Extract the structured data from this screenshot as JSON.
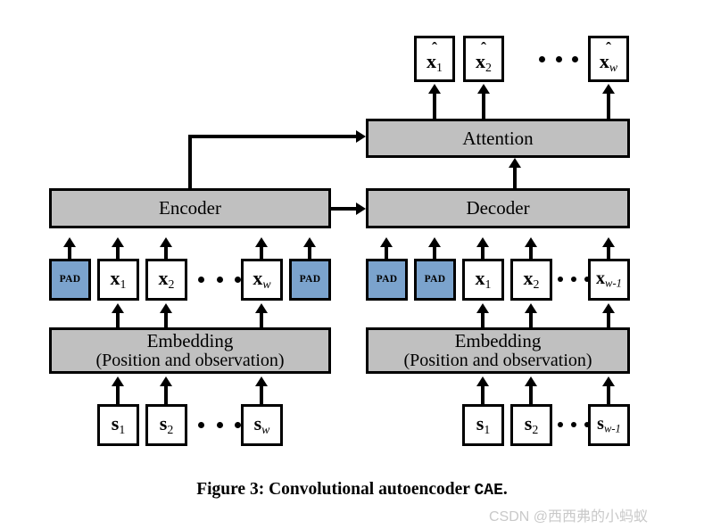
{
  "figure": {
    "caption_prefix": "Figure 3: Convolutional autoencoder ",
    "caption_mono": "CAE",
    "caption_suffix": ".",
    "watermark": "CSDN @西西弗的小蚂蚁"
  },
  "colors": {
    "block_fill": "#C0C0C0",
    "pad_fill": "#7BA3CD",
    "token_fill": "#FFFFFF",
    "stroke": "#000000",
    "watermark": "#C9C9C9"
  },
  "blocks": {
    "attention": {
      "label": "Attention"
    },
    "encoder": {
      "label": "Encoder"
    },
    "decoder": {
      "label": "Decoder"
    },
    "embedding_left": {
      "line1": "Embedding",
      "line2": "(Position and observation)"
    },
    "embedding_right": {
      "line1": "Embedding",
      "line2": "(Position and observation)"
    }
  },
  "outputs": {
    "items": [
      {
        "caret": "ˆ",
        "symbol": "x",
        "sub": "1",
        "sub_italic": false
      },
      {
        "caret": "ˆ",
        "symbol": "x",
        "sub": "2",
        "sub_italic": false
      },
      {
        "caret": "ˆ",
        "symbol": "x",
        "sub": "w",
        "sub_italic": true
      }
    ],
    "ellipsis": "• • •"
  },
  "encoder_inputs": {
    "items": [
      {
        "type": "pad",
        "label": "PAD"
      },
      {
        "type": "token",
        "symbol": "x",
        "sub": "1",
        "sub_italic": false
      },
      {
        "type": "token",
        "symbol": "x",
        "sub": "2",
        "sub_italic": false
      },
      {
        "type": "token",
        "symbol": "x",
        "sub": "w",
        "sub_italic": true
      },
      {
        "type": "pad",
        "label": "PAD"
      }
    ],
    "ellipsis": "• • •"
  },
  "decoder_inputs": {
    "items": [
      {
        "type": "pad",
        "label": "PAD"
      },
      {
        "type": "pad",
        "label": "PAD"
      },
      {
        "type": "token",
        "symbol": "x",
        "sub": "1",
        "sub_italic": false
      },
      {
        "type": "token",
        "symbol": "x",
        "sub": "2",
        "sub_italic": false
      },
      {
        "type": "token",
        "symbol": "x",
        "sub": "w-1",
        "sub_italic": true
      }
    ],
    "ellipsis": "• • •"
  },
  "source_left": {
    "items": [
      {
        "symbol": "s",
        "sub": "1",
        "sub_italic": false
      },
      {
        "symbol": "s",
        "sub": "2",
        "sub_italic": false
      },
      {
        "symbol": "s",
        "sub": "w",
        "sub_italic": true
      }
    ],
    "ellipsis": "• • •"
  },
  "source_right": {
    "items": [
      {
        "symbol": "s",
        "sub": "1",
        "sub_italic": false
      },
      {
        "symbol": "s",
        "sub": "2",
        "sub_italic": false
      },
      {
        "symbol": "s",
        "sub": "w-1",
        "sub_italic": true
      }
    ],
    "ellipsis": "• • •"
  }
}
